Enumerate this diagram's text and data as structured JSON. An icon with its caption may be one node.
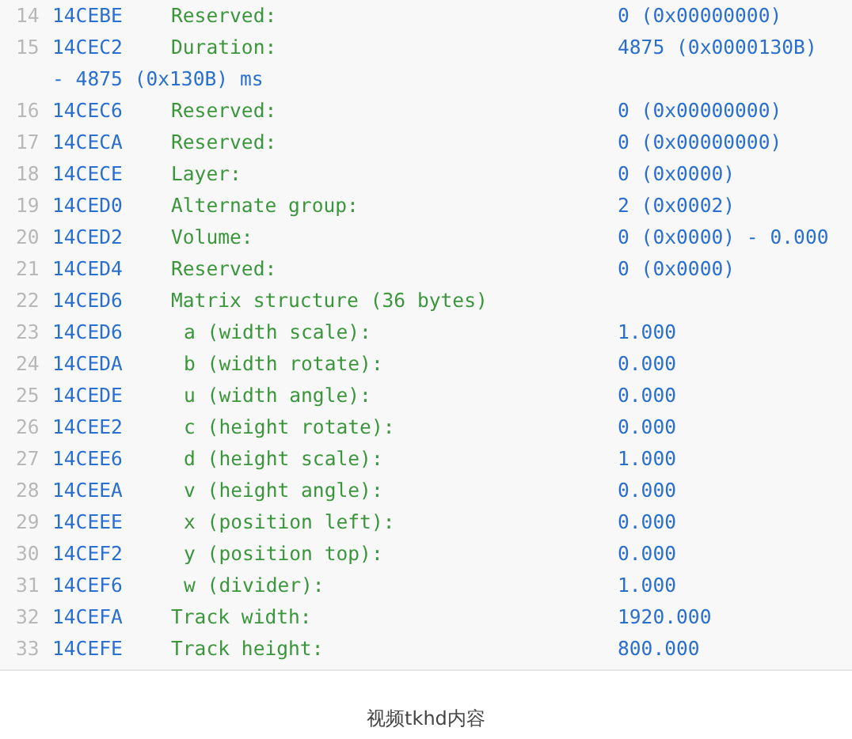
{
  "diagram": {
    "caption": "视频tkhd内容",
    "labels": [
      "14",
      "14CEBE",
      "Reserved:",
      "0 (0x00000000)",
      "15",
      "14CEC2",
      "Duration:",
      "4875 (0x0000130B) - 4875 (0x130B) ms",
      "16",
      "14CEC6",
      "Reserved:",
      "0 (0x00000000)",
      "17",
      "14CECA",
      "Reserved:",
      "0 (0x00000000)",
      "18",
      "14CECE",
      "Layer:",
      "0 (0x0000)",
      "19",
      "14CED0",
      "Alternate group:",
      "2 (0x0002)",
      "20",
      "14CED2",
      "Volume:",
      "0 (0x0000) - 0.000",
      "21",
      "14CED4",
      "Reserved:",
      "0 (0x0000)",
      "22",
      "14CED6",
      "Matrix structure (36 bytes)",
      "23",
      "14CED6",
      "a (width scale):",
      "1.000",
      "24",
      "14CEDA",
      "b (width rotate):",
      "0.000",
      "25",
      "14CEDE",
      "u (width angle):",
      "0.000",
      "26",
      "14CEE2",
      "c (height rotate):",
      "0.000",
      "27",
      "14CEE6",
      "d (height scale):",
      "1.000",
      "28",
      "14CEEA",
      "v (height angle):",
      "0.000",
      "29",
      "14CEEE",
      "x (position left):",
      "0.000",
      "30",
      "14CEF2",
      "y (position top):",
      "0.000",
      "31",
      "14CEF6",
      "w (divider):",
      "1.000",
      "32",
      "14CEFA",
      "Track width:",
      "1920.000",
      "33",
      "14CEFE",
      "Track height:",
      "800.000"
    ]
  }
}
